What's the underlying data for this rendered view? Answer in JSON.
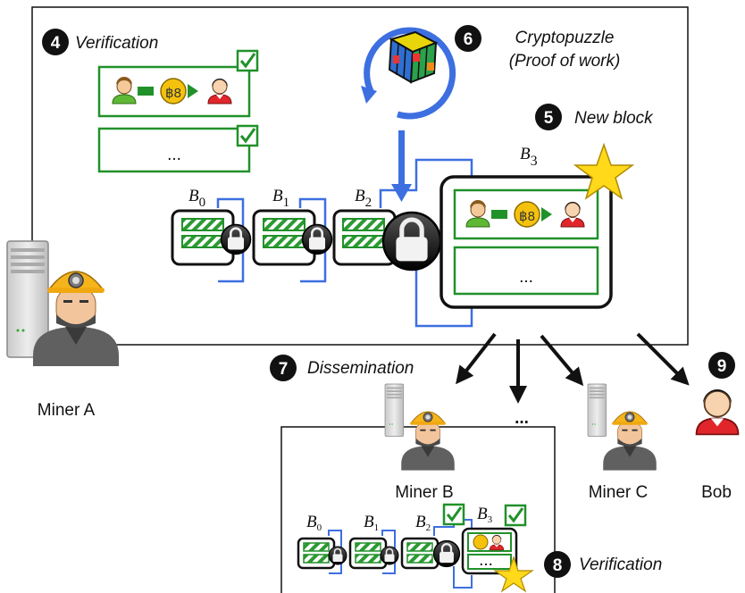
{
  "steps": {
    "s4": {
      "num": "4",
      "label": "Verification"
    },
    "s5": {
      "num": "5",
      "label": "New block"
    },
    "s6": {
      "num": "6",
      "label_line1": "Cryptopuzzle",
      "label_line2": "(Proof of work)"
    },
    "s7": {
      "num": "7",
      "label": "Dissemination"
    },
    "s8": {
      "num": "8",
      "label": "Verification"
    },
    "s9": {
      "num": "9"
    }
  },
  "blocks": {
    "symbol": "B",
    "b0": "0",
    "b1": "1",
    "b2": "2",
    "b3": "3"
  },
  "transaction": {
    "coin_label": "฿8"
  },
  "placeholders": {
    "ellipsis": "..."
  },
  "peers": {
    "miner_a": "Miner A",
    "miner_b": "Miner B",
    "miner_c": "Miner C",
    "bob": "Bob",
    "more": "..."
  },
  "colors": {
    "chain_link": "#3d6fe0",
    "verified": "#21912a",
    "coin": "#f4c20d",
    "star": "#ffd91a",
    "badge": "#111111"
  }
}
